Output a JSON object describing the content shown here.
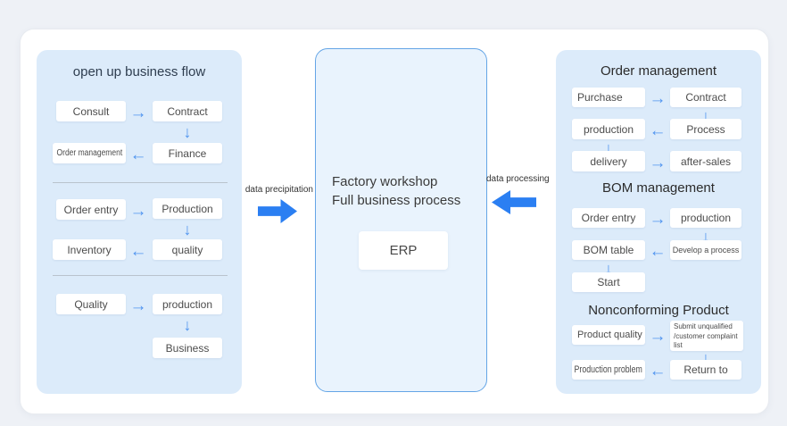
{
  "colors": {
    "page_bg": "#eef1f6",
    "card_bg": "#ffffff",
    "card_border": "#e8ebf0",
    "panel_bg": "#dcebfa",
    "center_bg": "#e9f3fd",
    "center_border": "#64a5e6",
    "box_bg": "#ffffff",
    "text": "#4c4c4c",
    "title": "#2e3d4f",
    "arrow": "#4f94ef",
    "block_arrow": "#2b7ff2",
    "divider": "#b9c3cd",
    "label": "#333333"
  },
  "icons": {
    "arrow_right": "→",
    "arrow_left": "←",
    "arrow_down": "↓"
  },
  "left_panel": {
    "title": "open up business flow",
    "groups": [
      {
        "row1": {
          "left": "Consult",
          "right": "Contract"
        },
        "row2": {
          "left": "Order management",
          "right": "Finance"
        }
      },
      {
        "row1": {
          "left": "Order entry",
          "right": "Production"
        },
        "row2": {
          "left": "Inventory",
          "right": "quality"
        }
      },
      {
        "row1": {
          "left": "Quality",
          "right": "production"
        },
        "row2": {
          "right": "Business"
        }
      }
    ]
  },
  "center_panel": {
    "title_line1": "Factory workshop",
    "title_line2": "Full business process",
    "erp_label": "ERP"
  },
  "connectors": {
    "left_label": "data precipitation",
    "right_label": "data processing"
  },
  "right_panel": {
    "sections": [
      {
        "title": "Order management",
        "rows": [
          {
            "left": "Purchase",
            "right": "Contract"
          },
          {
            "left": "production",
            "right": "Process"
          },
          {
            "left": "delivery",
            "right": "after-sales"
          }
        ]
      },
      {
        "title": "BOM management",
        "rows": [
          {
            "left": "Order entry",
            "right": "production"
          },
          {
            "left": "BOM table",
            "right": "Develop a process"
          },
          {
            "left": "Start"
          }
        ]
      },
      {
        "title": "Nonconforming Product",
        "rows": [
          {
            "left": "Product quality",
            "right": "Submit unqualified /customer complaint list"
          },
          {
            "left": "Production problem",
            "right": "Return to"
          }
        ]
      }
    ]
  }
}
